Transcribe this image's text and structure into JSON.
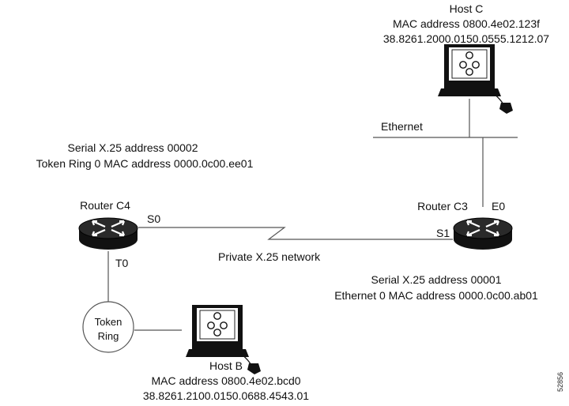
{
  "hosts": {
    "c": {
      "name": "Host C",
      "mac": "MAC address 0800.4e02.123f",
      "nsap": "38.8261.2000.0150.0555.1212.07",
      "icon": "workstation-icon"
    },
    "b": {
      "name": "Host B",
      "mac": "MAC address 0800.4e02.bcd0",
      "nsap": "38.8261.2100.0150.0688.4543.01",
      "icon": "workstation-icon"
    }
  },
  "networks": {
    "ethernet": "Ethernet",
    "x25": "Private X.25 network",
    "token_ring_line1": "Token",
    "token_ring_line2": "Ring"
  },
  "routers": {
    "c4": {
      "name": "Router C4",
      "serial_port": "S0",
      "token_port": "T0",
      "address_line1": "Serial X.25 address 00002",
      "address_line2": "Token Ring 0 MAC address 0000.0c00.ee01",
      "icon": "router-icon"
    },
    "c3": {
      "name": "Router C3",
      "serial_port": "S1",
      "ethernet_port": "E0",
      "address_line1": "Serial X.25 address 00001",
      "address_line2": "Ethernet 0 MAC address 0000.0c00.ab01",
      "icon": "router-icon"
    }
  },
  "figure_id": "52856",
  "colors": {
    "line": "#555555",
    "router_body": "#1a1a1a",
    "text": "#111111"
  }
}
